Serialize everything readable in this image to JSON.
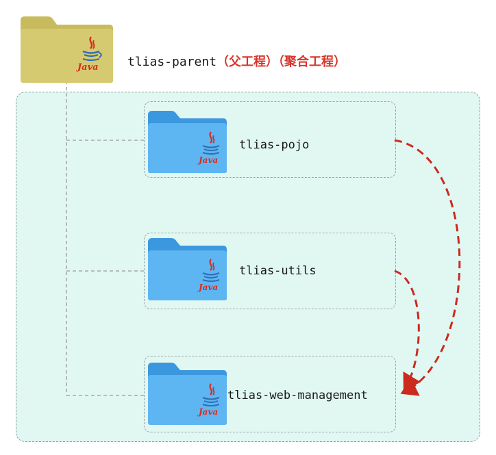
{
  "parent": {
    "name": "tlias-parent",
    "note1": "（父工程）",
    "note2": "（聚合工程）"
  },
  "modules": [
    {
      "name": "tlias-pojo"
    },
    {
      "name": "tlias-utils"
    },
    {
      "name": "tlias-web-management"
    }
  ],
  "icon_text": "Java",
  "colors": {
    "parent_folder": "#cfc26a",
    "module_folder": "#4aa8ea",
    "aggregate_bg": "#e1f7f2",
    "dependency_arrow": "#cc2a1f",
    "note_text": "#d9342b"
  }
}
